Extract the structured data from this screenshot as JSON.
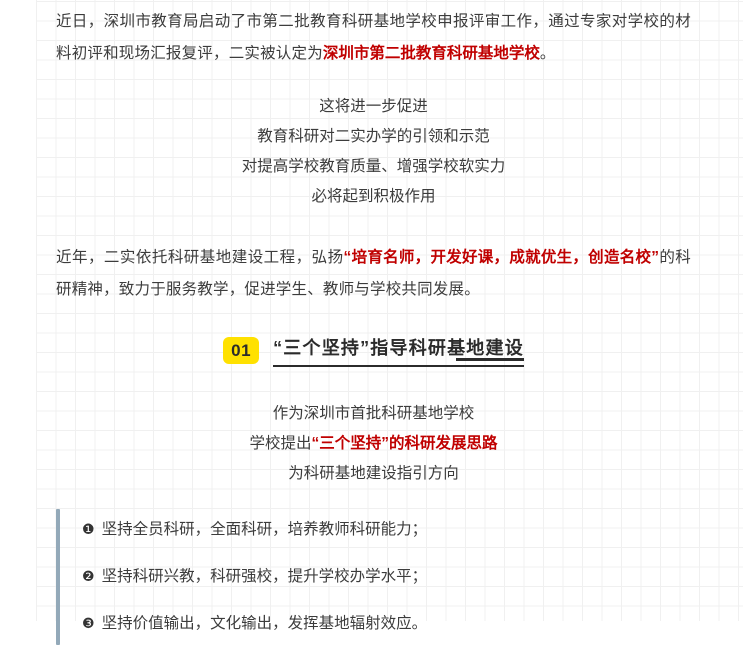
{
  "document": {
    "paragraph_1": {
      "text_before": "近日，深圳市教育局启动了市第二批教育科研基地学校申报评审工作，通过专家对学校的材料初评和现场汇报复评，二实被认定为",
      "highlight": "深圳市第二批教育科研基地学校",
      "text_after": "。"
    },
    "centered_block_1": {
      "lines": [
        "这将进一步促进",
        "教育科研对二实办学的引领和示范",
        "对提高学校教育质量、增强学校软实力",
        "必将起到积极作用"
      ]
    },
    "paragraph_2": {
      "text_before": "近年，二实依托科研基地建设工程，弘扬",
      "highlight": "“培育名师，开发好课，成就优生，创造名校”",
      "text_after": "的科研精神，致力于服务教学，促进学生、教师与学校共同发展。"
    },
    "section_heading": {
      "number": "01",
      "title": "“三个坚持”指导科研基地建设"
    },
    "centered_block_2": {
      "line_1": "作为深圳市首批科研基地学校",
      "line_2_plain_before": "学校提出",
      "line_2_red": "“三个坚持”的科研发展思路",
      "line_3": "为科研基地建设指引方向"
    },
    "bullet_list": {
      "items": [
        {
          "marker": "❶",
          "text": "坚持全员科研，全面科研，培养教师科研能力；"
        },
        {
          "marker": "❷",
          "text": "坚持科研兴教，科研强校，提升学校办学水平；"
        },
        {
          "marker": "❸",
          "text": "坚持价值输出，文化输出，发挥基地辐射效应。"
        }
      ]
    }
  },
  "colors": {
    "accent_red": "#c00000",
    "badge_yellow": "#ffe100",
    "body_text": "#3c3c3c",
    "heading_dark": "#2b2b2b",
    "list_bar": "#93a9b9",
    "grid_line": "#f0f0f0"
  }
}
